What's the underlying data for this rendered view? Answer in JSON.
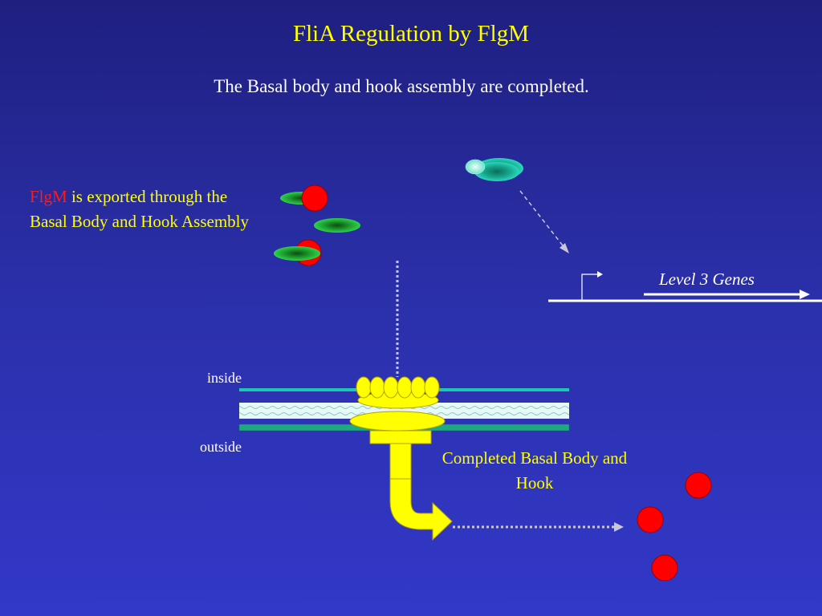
{
  "slide": {
    "title": "FliA Regulation by FlgM",
    "subtitle": "The Basal body and hook assembly are completed."
  },
  "annotations": {
    "flgm_name": "FlgM",
    "flgm_rest": " is exported through the Basal Body and Hook Assembly",
    "level3_genes": "Level 3 Genes",
    "inside": "inside",
    "outside": "outside",
    "completed": "Completed Basal Body and Hook"
  },
  "colors": {
    "background_top": "#1f1f80",
    "background_bottom": "#3238c8",
    "title": "#ffff00",
    "flgm_protein": "#ff0000",
    "flia_protein": "#22b33a",
    "rna_polymerase": "#19b29a",
    "basal_body": "#ffff00",
    "membrane": "#1ec8b0"
  }
}
